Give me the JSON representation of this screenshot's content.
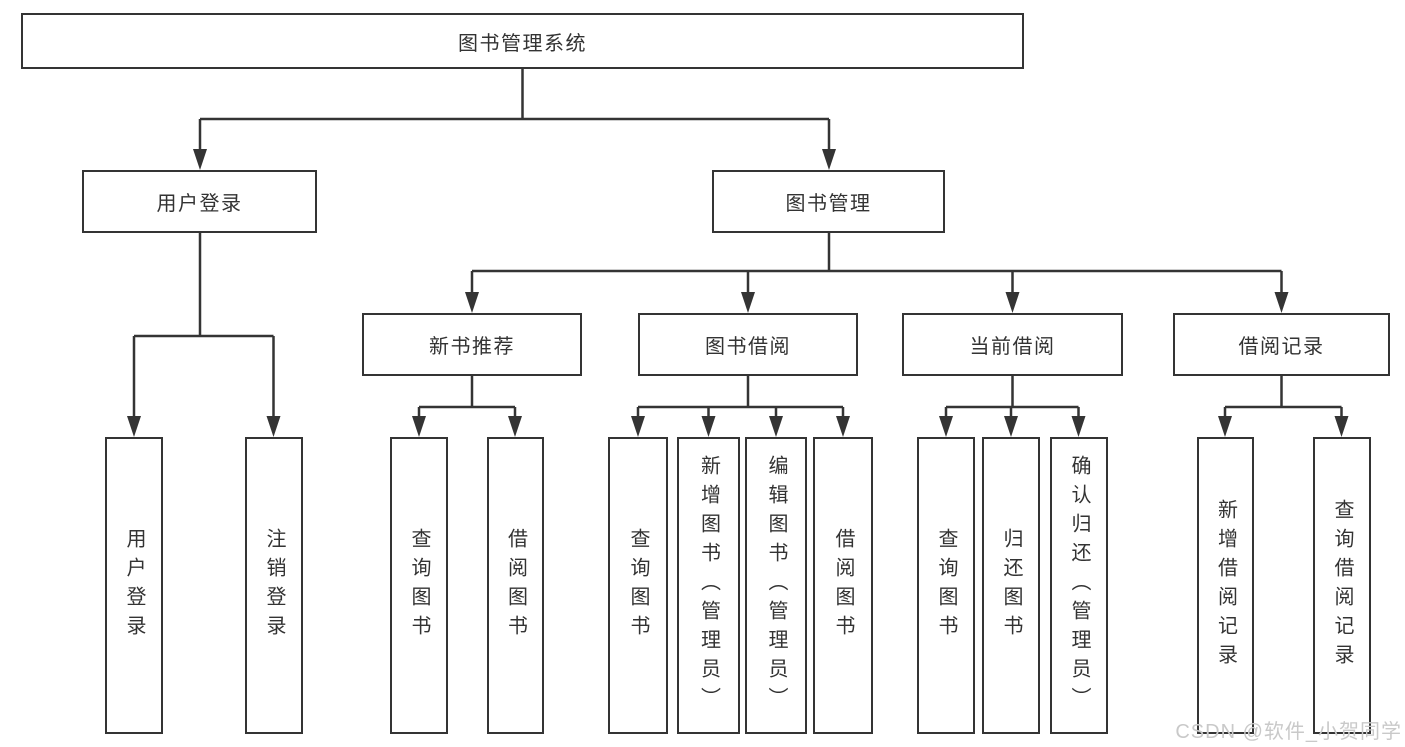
{
  "nodes": {
    "root": "图书管理系统",
    "user_login": "用户登录",
    "book_mgmt": "图书管理",
    "new_book_rec": "新书推荐",
    "book_borrow": "图书借阅",
    "current_borrow": "当前借阅",
    "borrow_records": "借阅记录",
    "leaf_user_login": "用户登录",
    "leaf_logout": "注销登录",
    "rec_query": "查询图书",
    "rec_borrow": "借阅图书",
    "bb_query": "查询图书",
    "bb_add": "新增图书（管理员）",
    "bb_edit": "编辑图书（管理员）",
    "bb_borrow": "借阅图书",
    "cb_query": "查询图书",
    "cb_return": "归还图书",
    "cb_confirm": "确认归还（管理员）",
    "br_add": "新增借阅记录",
    "br_query": "查询借阅记录"
  },
  "watermark": "CSDN @软件_小贺同学",
  "colors": {
    "line": "#343434",
    "box_border": "#343434",
    "box_fill": "#ffffff",
    "text": "#333333",
    "watermark": "#c9c9c9",
    "background": "#ffffff"
  }
}
